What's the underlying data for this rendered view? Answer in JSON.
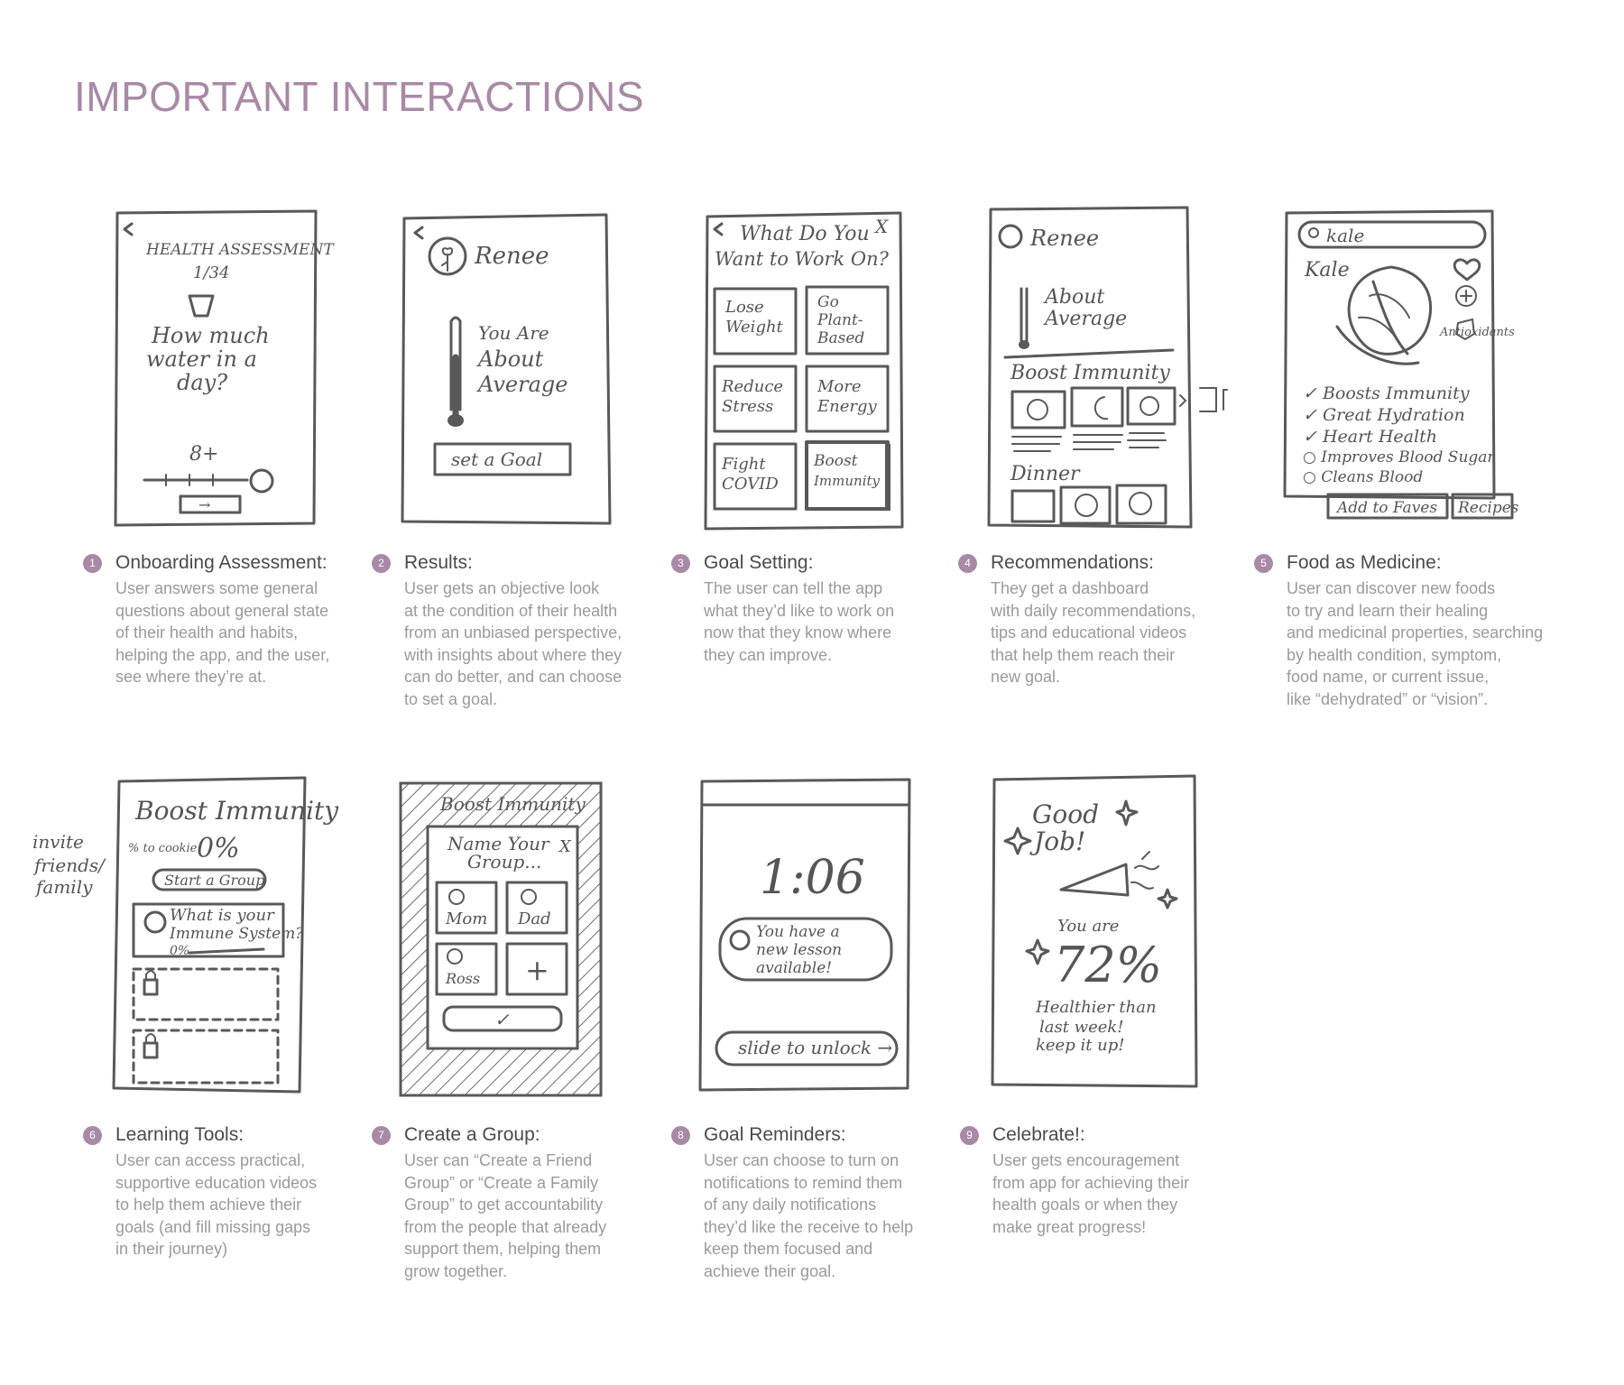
{
  "page": {
    "title": "IMPORTANT INTERACTIONS",
    "accent_color": "#a889a6"
  },
  "sketches": {
    "s1": {
      "title": "HEALTH ASSESSMENT",
      "progress": "1/34",
      "question": [
        "How much",
        "water in a",
        "day?"
      ],
      "value": "8+",
      "arrow": "→"
    },
    "s2": {
      "name": "Renee",
      "result": [
        "You Are",
        "About",
        "Average"
      ],
      "button": "set a Goal"
    },
    "s3": {
      "question": [
        "What Do You",
        "Want to Work On?"
      ],
      "close": "X",
      "options": [
        [
          "Lose",
          "Weight"
        ],
        [
          "Go",
          "Plant-",
          "Based"
        ],
        [
          "Reduce",
          "Stress"
        ],
        [
          "More",
          "Energy"
        ],
        [
          "Fight",
          "COVID"
        ],
        [
          "Boost",
          "Immunity"
        ]
      ]
    },
    "s4": {
      "name": "Renee",
      "status": [
        "About",
        "Average"
      ],
      "section1": "Boost Immunity",
      "section2": "Dinner"
    },
    "s5": {
      "search": "kale",
      "food": "Kale",
      "badge": "Antioxidants",
      "benefits": [
        "✓ Boosts Immunity",
        "✓ Great Hydration",
        "✓ Heart Health",
        "○ Improves Blood Sugar",
        "○ Cleans Blood"
      ],
      "buttons": [
        "Add to Faves",
        "Recipes"
      ]
    },
    "s6": {
      "title": "Boost Immunity",
      "progress": "0%",
      "progress_label": "% to cookie",
      "button": "Start a Group",
      "lesson": [
        "What is your",
        "Immune System?"
      ],
      "lesson_progress": "0%",
      "side_note": [
        "invite",
        "friends/",
        "family"
      ]
    },
    "s7": {
      "header": "Boost Immunity",
      "modal_title": [
        "Name Your",
        "Group..."
      ],
      "close": "X",
      "members": [
        "Mom",
        "Dad",
        "Ross"
      ],
      "add": "+",
      "confirm": "✓"
    },
    "s8": {
      "time": "1:06",
      "notification": [
        "You have a",
        "new lesson",
        "available!"
      ],
      "unlock": "slide to unlock →"
    },
    "s9": {
      "message": [
        "Good",
        "Job!"
      ],
      "pre": "You are",
      "percent": "72%",
      "post": [
        "Healthier than",
        "last week!",
        "keep it up!"
      ]
    }
  },
  "captions": [
    {
      "num": "1",
      "title": "Onboarding Assessment:",
      "lines": [
        "User answers some general",
        "questions about  general state",
        "of their health and habits,",
        "helping the app, and the user,",
        "see where they’re at."
      ]
    },
    {
      "num": "2",
      "title": "Results:",
      "lines": [
        "User gets an objective look",
        "at the condition of their health",
        "from an unbiased perspective,",
        "with insights about where they",
        "can do better, and can choose",
        "to set a goal."
      ]
    },
    {
      "num": "3",
      "title": "Goal Setting:",
      "lines": [
        "The user can tell the app",
        "what they’d like to work on",
        "now that they know where",
        "they can improve."
      ]
    },
    {
      "num": "4",
      "title": "Recommendations:",
      "lines": [
        "They get a dashboard",
        "with daily recommendations,",
        "tips and educational videos",
        "that help them reach their",
        "new goal."
      ]
    },
    {
      "num": "5",
      "title": "Food as Medicine:",
      "lines": [
        "User can discover new foods",
        "to try and learn their healing",
        "and medicinal properties, searching",
        "by health condition, symptom,",
        "food name, or current issue,",
        "like “dehydrated” or “vision”."
      ]
    },
    {
      "num": "6",
      "title": "Learning Tools:",
      "lines": [
        "User can access practical,",
        "supportive education videos",
        "to help them achieve their",
        "goals (and fill missing gaps",
        "in their journey)"
      ]
    },
    {
      "num": "7",
      "title": "Create a Group:",
      "lines": [
        "User can “Create a Friend",
        "Group” or “Create a Family",
        "Group” to get accountability",
        "from the people that already",
        "support them, helping them",
        "grow together."
      ]
    },
    {
      "num": "8",
      "title": "Goal Reminders:",
      "lines": [
        "User can choose to turn on",
        "notifications to remind them",
        "of any daily notifications",
        "they’d like the receive to help",
        "keep them focused and",
        "achieve their goal."
      ]
    },
    {
      "num": "9",
      "title": "Celebrate!:",
      "lines": [
        "User gets encouragement",
        "from app for achieving their",
        "health goals or when they",
        "make great progress!"
      ]
    }
  ]
}
